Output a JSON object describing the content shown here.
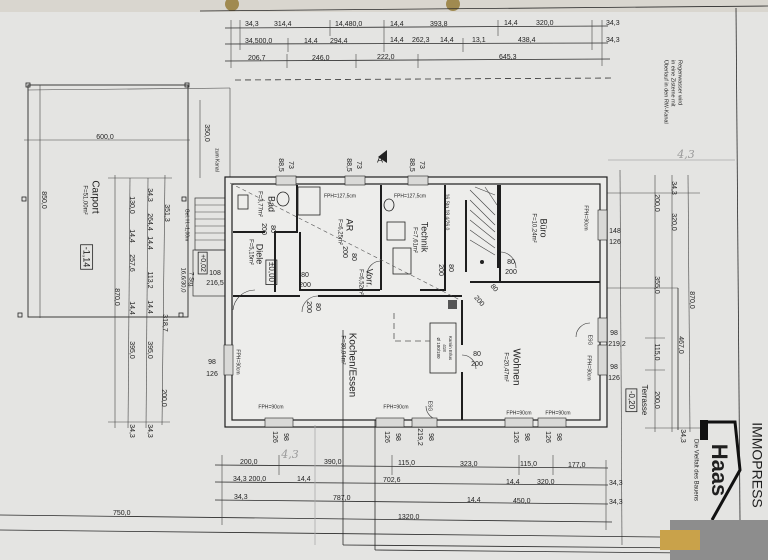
{
  "rooms": {
    "bad": {
      "name": "Bad",
      "area": "F=3,77m²"
    },
    "diele": {
      "name": "Diele",
      "area": "F=5,15m²"
    },
    "ar": {
      "name": "AR",
      "area": "F=6,25m²"
    },
    "vorr": {
      "name": "Vorr.",
      "area": "F=6,52m²"
    },
    "technik": {
      "name": "Technik",
      "area": "F=7,61m²"
    },
    "buero": {
      "name": "Büro",
      "area": "F=10,24m²"
    },
    "kochen": {
      "name": "Kochen/Essen",
      "area": "F=30,94m²"
    },
    "wohnen": {
      "name": "Wohnen",
      "area": "F=20,47m²"
    },
    "carport": {
      "name": "Carport",
      "area": "F=51,00m²"
    },
    "terrasse": {
      "name": "Terrasse"
    }
  },
  "levels": {
    "ground": "±0,00",
    "carport": "-1,14",
    "entrance": "+0,02",
    "terrace": "-0,20"
  },
  "dims_top": {
    "row1": [
      "34,3",
      "314,4",
      "14,480,0",
      "14,4",
      "393,8",
      "14,4",
      "320,0",
      "34,3"
    ],
    "row2": [
      "34,500,0",
      "14,4",
      "294,4",
      "14,4",
      "262,3",
      "14,4",
      "13,1",
      "438,4",
      "34,3"
    ],
    "row3": [
      "206,7",
      "246,0",
      "222,0",
      "645,3"
    ]
  },
  "dims_bottom": {
    "row1": [
      "200,0",
      "390,0",
      "115,0",
      "323,0",
      "115,0",
      "177,0"
    ],
    "row2": [
      "34,3 200,0",
      "14,4",
      "702,6",
      "14,4",
      "320,0",
      "34,3"
    ],
    "row3": [
      "34,3",
      "787,0",
      "14,4",
      "450,0",
      "34,3"
    ],
    "row4": [
      "1320,0",
      "750,0"
    ]
  },
  "dims_left": {
    "col1": [
      "870,0"
    ],
    "col2": [
      "130,0",
      "14,4",
      "257,6",
      "14,4",
      "395,0",
      "34,3"
    ],
    "col3": [
      "34,3",
      "264,4",
      "14,4",
      "113,2",
      "14,4",
      "395,0",
      "34,3"
    ],
    "col4": [
      "351,3",
      "318,7",
      "200,0"
    ]
  },
  "dims_right": {
    "col1": [
      "200,0",
      "355,0",
      "115,0",
      "200,0"
    ],
    "col2": [
      "34,3",
      "320,0",
      "467,0",
      "34,3"
    ],
    "col3": [
      "870,0"
    ]
  },
  "carport_dims": {
    "width": "600,0",
    "length": "850,0",
    "offset": "350,0"
  },
  "windows": {
    "top": [
      "73",
      "88,5",
      "73",
      "88,5",
      "73",
      "88,5"
    ],
    "left": [
      "98",
      "126"
    ],
    "entrance": [
      "108",
      "216,5"
    ],
    "right": [
      "148",
      "126",
      "98",
      "219,2",
      "98",
      "126"
    ],
    "bottom": [
      "98",
      "126",
      "98",
      "126",
      "98",
      "219,2",
      "98",
      "126",
      "98",
      "126"
    ]
  },
  "doors": {
    "w": "80",
    "h": "200"
  },
  "annotations": {
    "fph_127": "FPH=127,5cm",
    "fph_90": "FPH=90cm",
    "esg": "ESG",
    "section": "A",
    "stairs": "16 Stg 18,4/26,0",
    "outside_steps_count": "7 Stg.",
    "outside_steps_size": "16,6/30,0",
    "railing": "Gel. H.=1,00m",
    "sewer": "zum Kanal",
    "chimney": [
      "Kamin Erlus",
      "418",
      "Ø 180/180"
    ],
    "rainwater": [
      "Regenwasser wird",
      "in eine Zisterne mit",
      "Überlauf in den RW-Kanal"
    ],
    "handwritten": "4,3"
  },
  "logo": {
    "brand": "Haas",
    "tagline": "Die Vielfalt des Bauens",
    "watermark": "IMMOPRESS"
  },
  "colors": {
    "paper": "#e4e4e2",
    "ink": "#1f1f1f",
    "pencil": "#9a9a9a"
  }
}
